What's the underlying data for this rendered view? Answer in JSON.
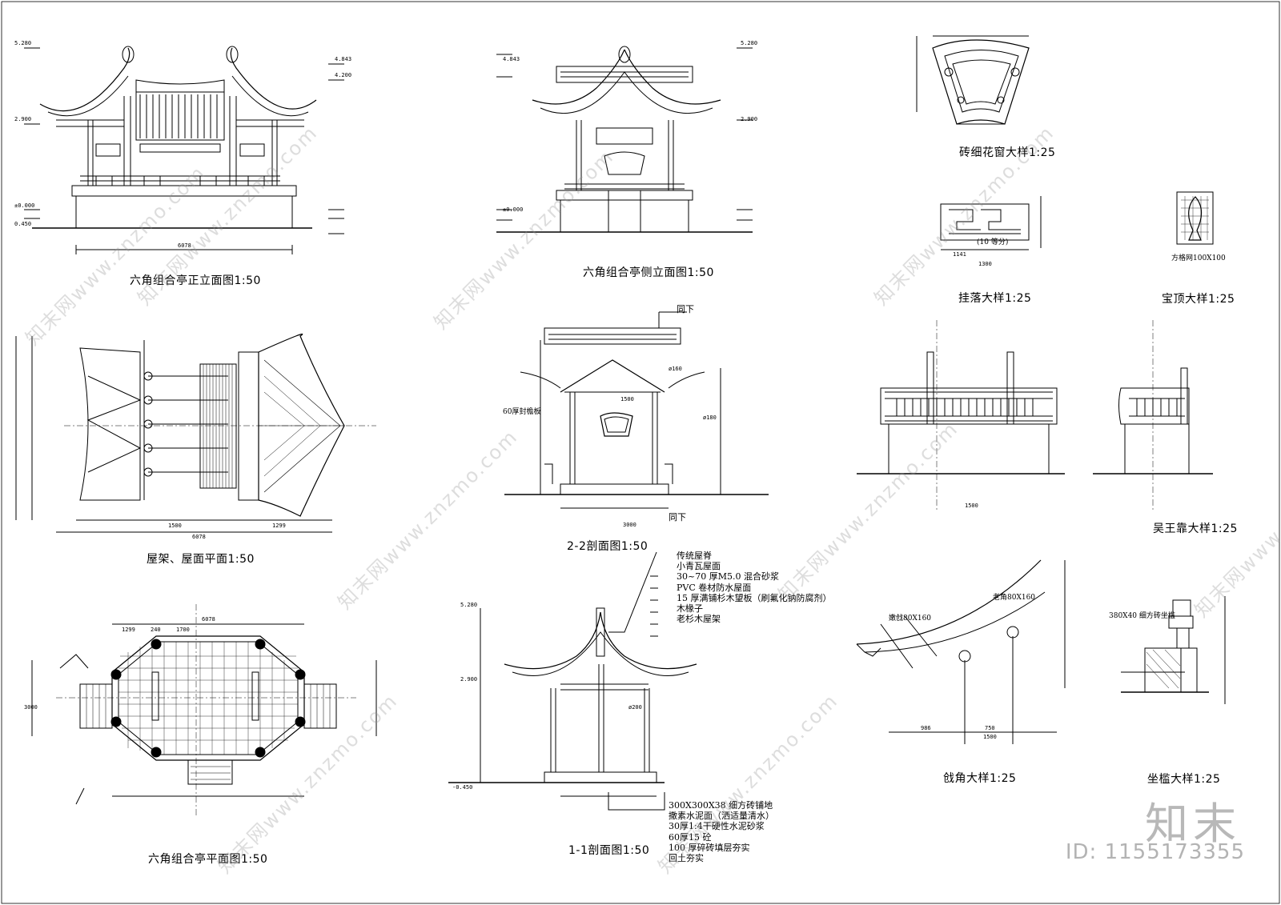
{
  "titles": {
    "front_elevation": "六角组合亭正立面图1:50",
    "side_elevation": "六角组合亭侧立面图1:50",
    "window_detail": "砖细花窗大样1:25",
    "hanging_detail": "挂落大样1:25",
    "finial_detail": "宝顶大样1:25",
    "roof_plan": "屋架、屋面平面1:50",
    "section_2_2": "2-2剖面图1:50",
    "seat_back_detail": "吴王靠大样1:25",
    "plan": "六角组合亭平面图1:50",
    "section_1_1": "1-1剖面图1:50",
    "eave_corner_detail": "戗角大样1:25",
    "bench_detail": "坐槛大样1:25"
  },
  "roof_layers": [
    "传统屋脊",
    "小青瓦屋面",
    "30~70 厚M5.0 混合砂浆",
    "PVC 卷材防水屋面",
    "15 厚满铺杉木望板（刷氟化钠防腐剂）",
    "木椽子",
    "老杉木屋架"
  ],
  "floor_layers": [
    "300X300X38   细方砖铺地",
    "撒素水泥面（洒适量清水）",
    "30厚1:4干硬性水泥砂浆",
    "60厚15 砼",
    "100 厚碎砖填层夯实",
    "回土夯实"
  ],
  "labels": {
    "same_below_1": "同下",
    "same_below_2": "同下",
    "grid_note": "方格网100X100",
    "bench_note": "380X40  细方砖坐槛",
    "old_corner": "老角80X160",
    "tender_corner": "嫩戗80X160",
    "equal_parts": "(10 等分)",
    "board_note": "60厚封檐板"
  },
  "dims": {
    "e1": "5.280",
    "e2": "4.843",
    "e3": "4.200",
    "e4": "2.900",
    "e5": "±0.000",
    "e6": "0.450",
    "e7": "-0.450",
    "width_6078": "6078",
    "d3000": "3000",
    "d1500": "1500",
    "d750": "750",
    "d1299": "1299",
    "d240": "240",
    "d1700": "1700",
    "d1300": "1300",
    "d1141": "1141",
    "d986": "986",
    "dia160": "ø160",
    "dia180": "ø180",
    "dia200": "ø200"
  },
  "watermarks": [
    "知末网www.znzmo.com",
    "知末网www.znzmo.com",
    "知末网www.znzmo.com",
    "知末网www.znzmo.com",
    "知末网www.znzmo.com",
    "知末网www.znzmo.com",
    "知末网www.znzmo.com",
    "知末网www.znzmo.com",
    "知末网www.znzmo.com"
  ],
  "brand": "知末",
  "id_text": "ID: 1155173355",
  "colors": {
    "line": "#000000",
    "watermark": "#9a9a9a"
  }
}
